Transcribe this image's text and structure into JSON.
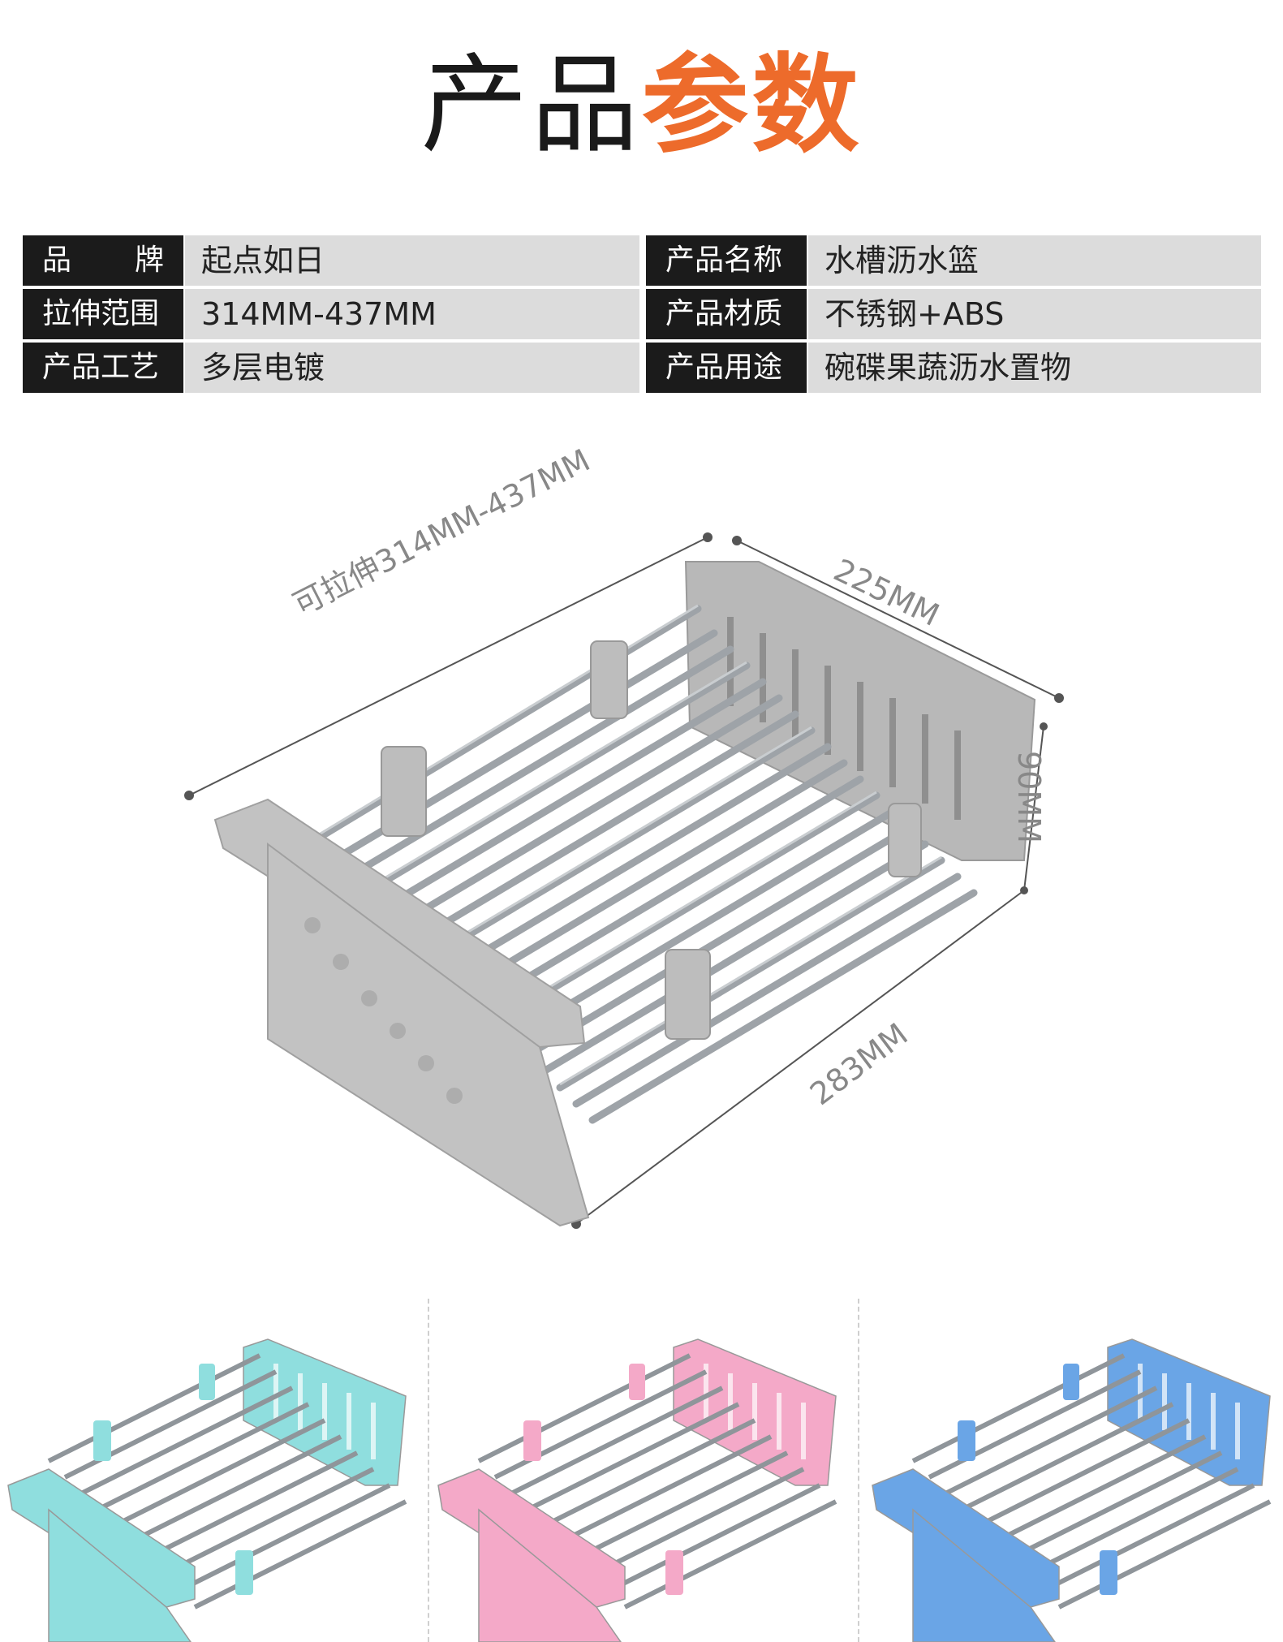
{
  "title": {
    "part1": "产品",
    "part2": "参数"
  },
  "title_accent_color": "#ed6b2b",
  "specs": [
    {
      "k1": "品牌",
      "v1": "起点如日",
      "k2": "产品名称",
      "v2": "水槽沥水篮"
    },
    {
      "k1": "拉伸范围",
      "v1": "314MM-437MM",
      "k2": "产品材质",
      "v2": "不锈钢+ABS"
    },
    {
      "k1": "产品工艺",
      "v1": "多层电镀",
      "k2": "产品用途",
      "v2": "碗碟果蔬沥水置物"
    }
  ],
  "brand_key_chars": [
    "品",
    "牌"
  ],
  "dimensions": {
    "length": "可拉伸314MM-437MM",
    "width": "225MM",
    "height": "90MM",
    "depth": "283MM"
  },
  "color_variants": [
    "#8fdede",
    "#f4a9c8",
    "#6aa5e6"
  ]
}
